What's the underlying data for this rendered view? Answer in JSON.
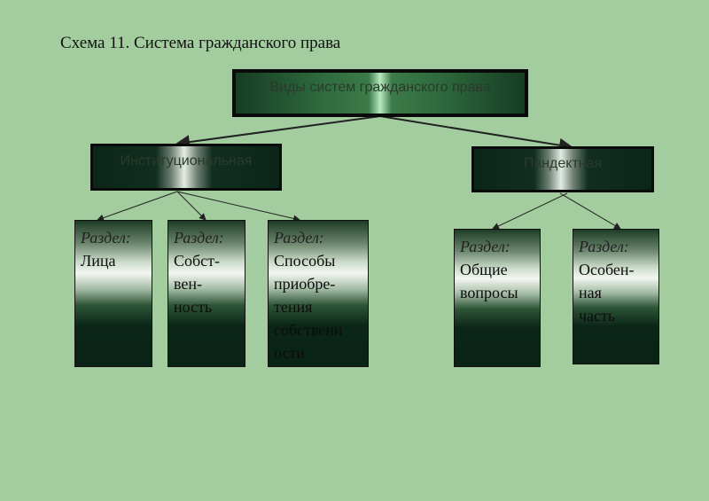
{
  "title": "Схема 11. Система гражданского права",
  "root": {
    "label": "Виды систем гражданского права"
  },
  "categories": [
    {
      "label": "Институциональная"
    },
    {
      "label": "Пандектная"
    }
  ],
  "sections": [
    {
      "label": "Раздел:",
      "text": "Лица"
    },
    {
      "label": "Раздел:",
      "text": "Собст-\nвен-\nность"
    },
    {
      "label": "Раздел:",
      "text": "Способы\nприобре-\nтения\nсобствени\nости"
    },
    {
      "label": "Раздел:",
      "text": "Общие\nвопросы"
    },
    {
      "label": "Раздел:",
      "text": "Особен-\nная\nчасть"
    }
  ],
  "colors": {
    "background": "#a3cd9f",
    "dark_green": "#0b2619",
    "root_green": "#2e6b3d"
  }
}
